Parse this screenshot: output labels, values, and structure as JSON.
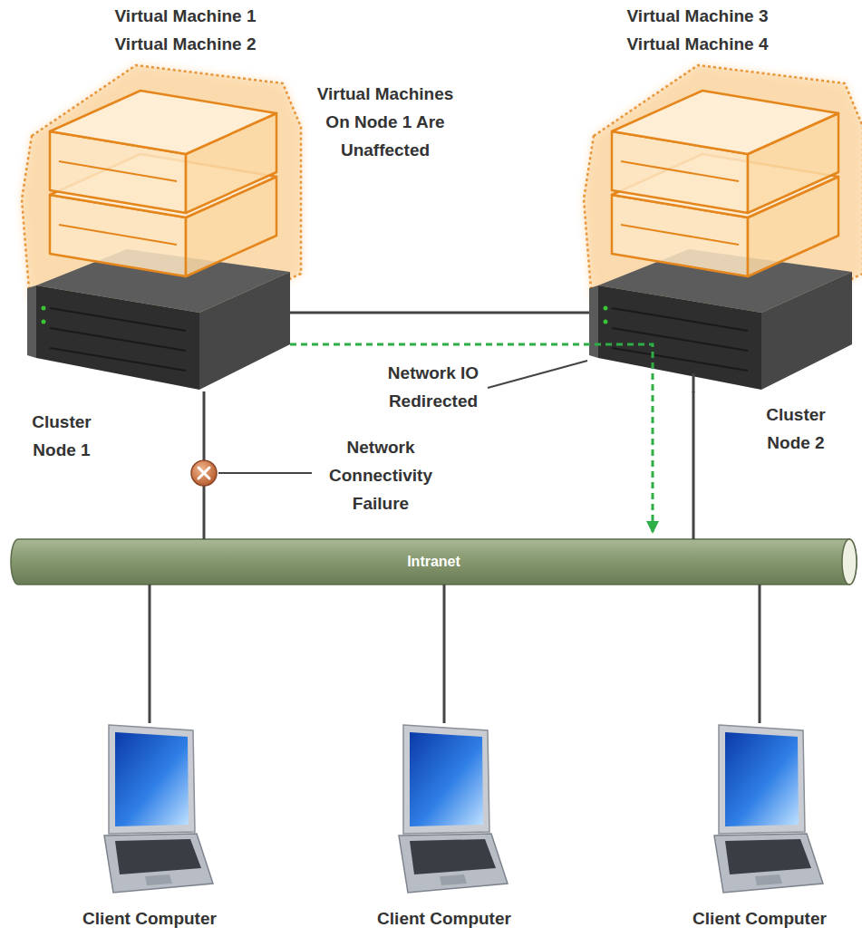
{
  "diagram": {
    "nodes": [
      {
        "text": [
          "Virtual Machine 1 Virtual Machine 2",
          "Cluster Node 1"
        ]
      },
      {
        "text": [
          "Virtual Machine 3 Virtual Machine 4",
          "Cluster Node 2"
        ]
      },
      {
        "text": [
          "Intranet"
        ]
      },
      {
        "text": [
          "Client Computer"
        ]
      },
      {
        "text": [
          "Client Computer"
        ]
      },
      {
        "text": [
          "Client Computer"
        ]
      }
    ],
    "edges": [
      {
        "from": 0,
        "to": 1,
        "arrow": "none"
      },
      {
        "from": 0,
        "to": 2,
        "arrow": "none"
      },
      {
        "from": 1,
        "to": 2,
        "arrow": "none"
      },
      {
        "from": 0,
        "to": 2,
        "arrow": "to"
      },
      {
        "from": 2,
        "to": 3,
        "arrow": "none"
      },
      {
        "from": 2,
        "to": 4,
        "arrow": "none"
      },
      {
        "from": 2,
        "to": 5,
        "arrow": "none"
      }
    ],
    "labels": [
      "Virtual Machines On Node 1 Are Unaffected",
      "Network IO Redirected",
      "Network Connectivity Failure"
    ]
  }
}
